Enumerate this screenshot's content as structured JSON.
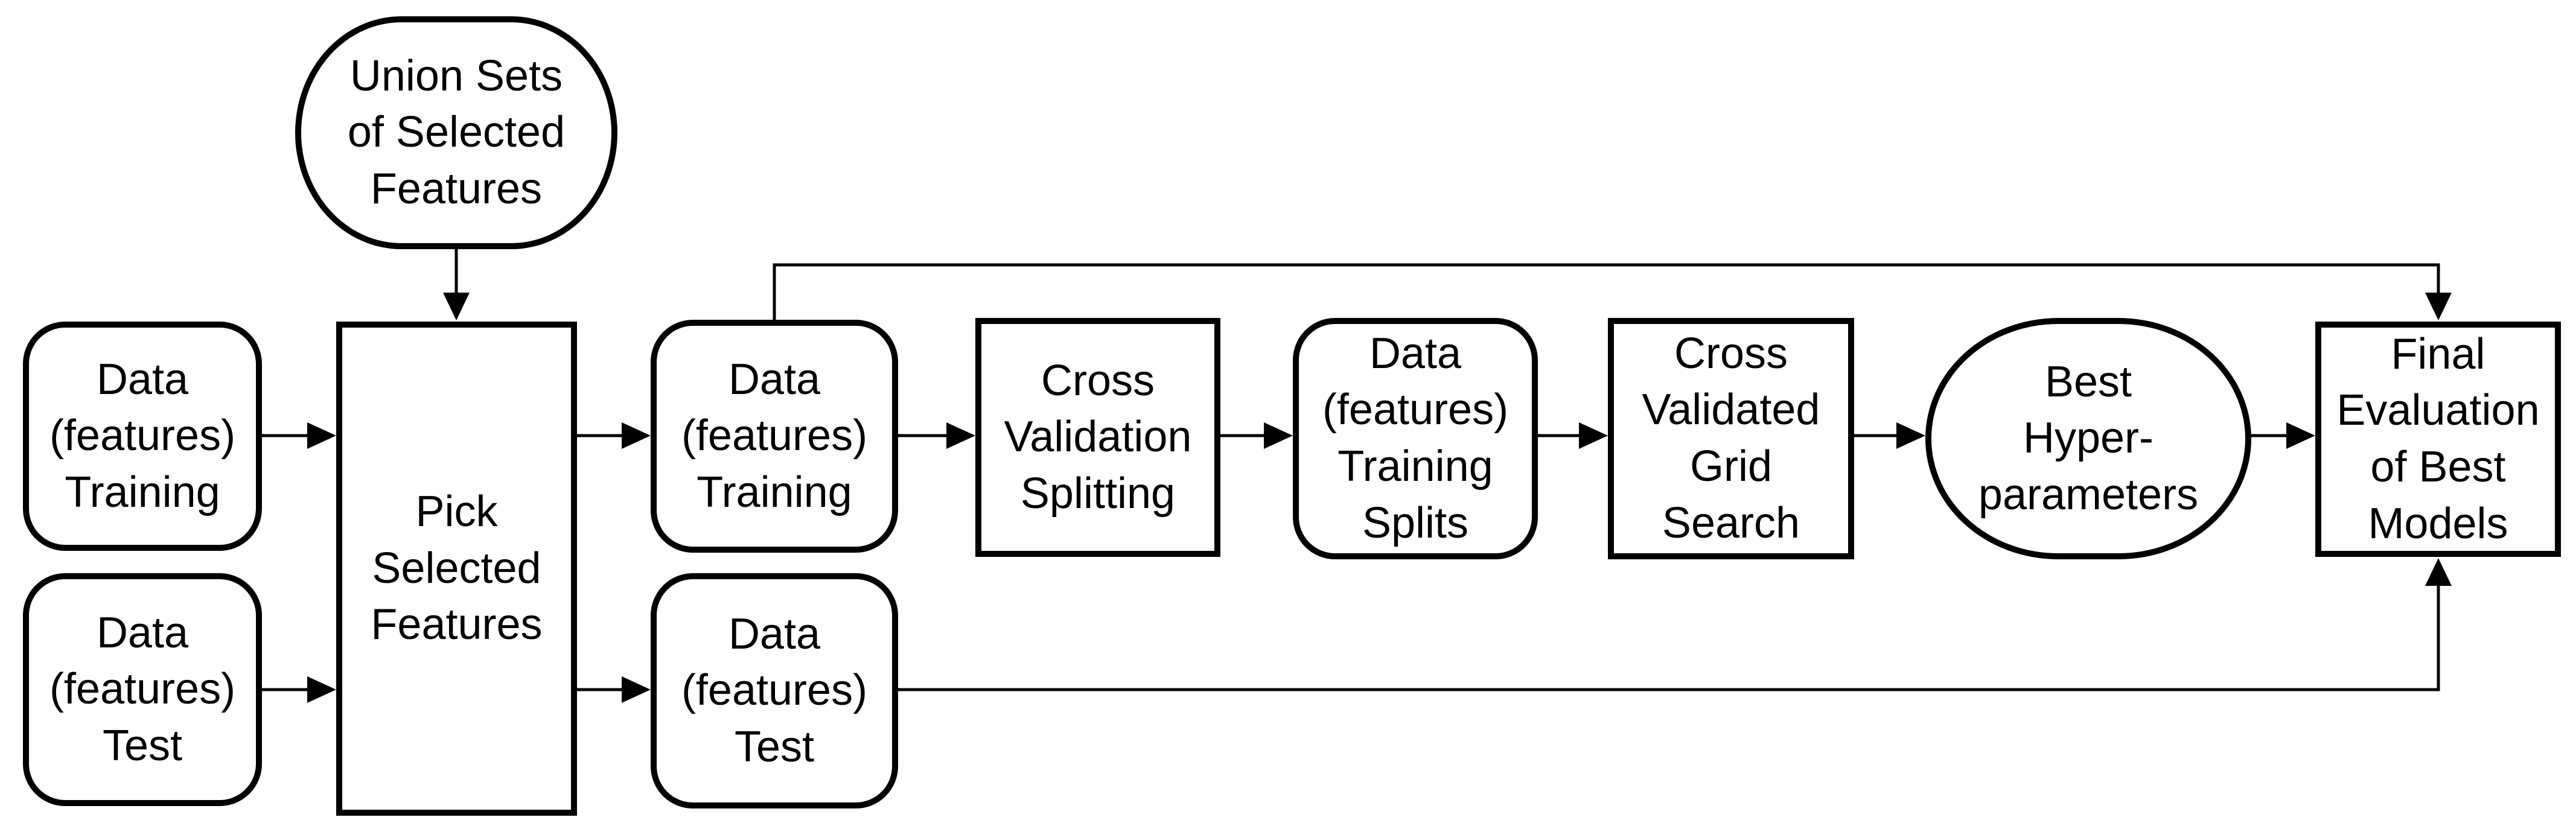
{
  "diagram": {
    "type": "flowchart",
    "description": "Machine learning pipeline: feature selection, cross-validated grid search and final evaluation",
    "background_color": "#ffffff",
    "stroke_color": "#000000",
    "text_color": "#000000"
  },
  "nodes": [
    {
      "id": "union-sets",
      "shape": "ellipse",
      "label": "Union Sets\nof Selected\nFeatures"
    },
    {
      "id": "data-features-training-in",
      "shape": "rounded-rect",
      "label": "Data\n(features)\nTraining"
    },
    {
      "id": "data-features-test-in",
      "shape": "rounded-rect",
      "label": "Data\n(features)\nTest"
    },
    {
      "id": "pick-selected-features",
      "shape": "rect",
      "label": "Pick\nSelected\nFeatures"
    },
    {
      "id": "data-features-training-sel",
      "shape": "rounded-rect",
      "label": "Data\n(features)\nTraining"
    },
    {
      "id": "data-features-test-sel",
      "shape": "rounded-rect",
      "label": "Data\n(features)\nTest"
    },
    {
      "id": "cross-validation-splitting",
      "shape": "rect",
      "label": "Cross\nValidation\nSplitting"
    },
    {
      "id": "data-features-training-splits",
      "shape": "rounded-rect",
      "label": "Data\n(features)\nTraining\nSplits"
    },
    {
      "id": "cross-validated-grid-search",
      "shape": "rect",
      "label": "Cross\nValidated\nGrid\nSearch"
    },
    {
      "id": "best-hyperparameters",
      "shape": "ellipse",
      "label": "Best\nHyper-\nparameters"
    },
    {
      "id": "final-evaluation",
      "shape": "rect",
      "label": "Final\nEvaluation\nof Best\nModels"
    }
  ],
  "edges": [
    {
      "from": "union-sets",
      "to": "pick-selected-features"
    },
    {
      "from": "data-features-training-in",
      "to": "pick-selected-features"
    },
    {
      "from": "data-features-test-in",
      "to": "pick-selected-features"
    },
    {
      "from": "pick-selected-features",
      "to": "data-features-training-sel"
    },
    {
      "from": "pick-selected-features",
      "to": "data-features-test-sel"
    },
    {
      "from": "data-features-training-sel",
      "to": "cross-validation-splitting"
    },
    {
      "from": "cross-validation-splitting",
      "to": "data-features-training-splits"
    },
    {
      "from": "data-features-training-splits",
      "to": "cross-validated-grid-search"
    },
    {
      "from": "cross-validated-grid-search",
      "to": "best-hyperparameters"
    },
    {
      "from": "best-hyperparameters",
      "to": "final-evaluation"
    },
    {
      "from": "data-features-training-sel",
      "to": "final-evaluation"
    },
    {
      "from": "data-features-test-sel",
      "to": "final-evaluation"
    }
  ]
}
